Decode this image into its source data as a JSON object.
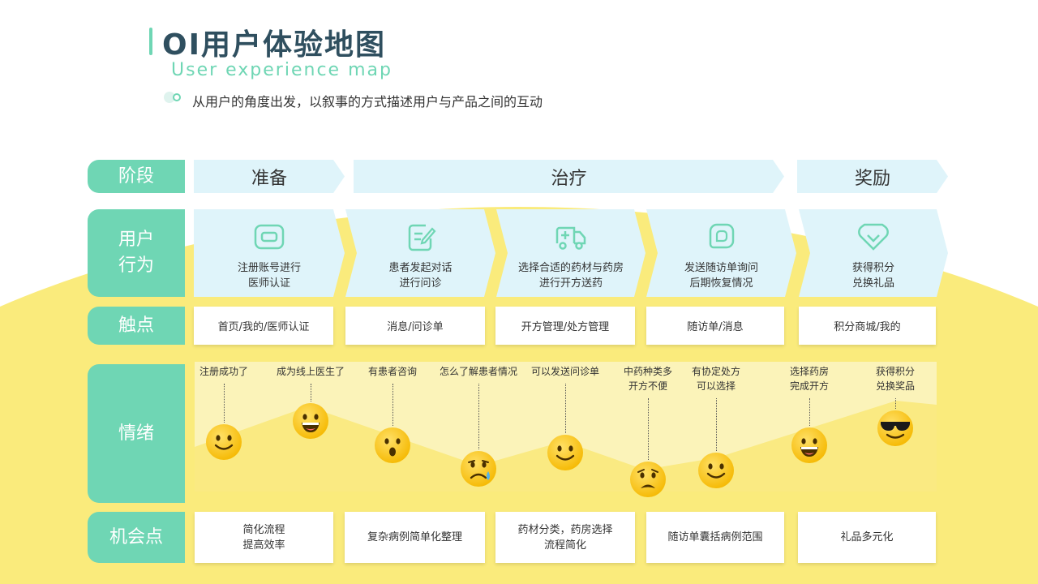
{
  "header": {
    "title": "OI用户体验地图",
    "subtitle_en": "User experience map",
    "description": "从用户的角度出发，以叙事的方式描述用户与产品之间的互动"
  },
  "colors": {
    "accent": "#6fd6b4",
    "stage_bg": "#dff4fa",
    "yellow": "#faeb7c",
    "title": "#2f4f5f"
  },
  "rows": {
    "stage": "阶段",
    "user_action": "用户\n行为",
    "touchpoint": "触点",
    "emotion": "情绪",
    "opportunity": "机会点"
  },
  "stages": [
    "准备",
    "治疗",
    "奖励"
  ],
  "actions": [
    {
      "icon": "id-card-icon",
      "text": "注册账号进行\n医师认证"
    },
    {
      "icon": "edit-note-icon",
      "text": "患者发起对话\n进行问诊"
    },
    {
      "icon": "ambulance-icon",
      "text": "选择合适的药材与药房\n进行开方送药"
    },
    {
      "icon": "chat-bubble-icon",
      "text": "发送随访单询问\n后期恢复情况"
    },
    {
      "icon": "heart-check-icon",
      "text": "获得积分\n兑换礼品"
    }
  ],
  "touchpoints": [
    "首页/我的/医师认证",
    "消息/问诊单",
    "开方管理/处方管理",
    "随访单/消息",
    "积分商城/我的"
  ],
  "emotions": [
    {
      "label": "注册成功了",
      "face": "smile"
    },
    {
      "label": "成为线上医生了",
      "face": "grin"
    },
    {
      "label": "有患者咨询",
      "face": "surprised"
    },
    {
      "label": "怎么了解患者情况",
      "face": "sad-tear"
    },
    {
      "label": "可以发送问诊单",
      "face": "smile"
    },
    {
      "label": "中药种类多\n开方不便",
      "face": "worried"
    },
    {
      "label": "有协定处方\n可以选择",
      "face": "smile"
    },
    {
      "label": "选择药房\n完成开方",
      "face": "grin"
    },
    {
      "label": "获得积分\n兑换奖品",
      "face": "cool"
    }
  ],
  "opportunities": [
    "简化流程\n提高效率",
    "复杂病例简单化整理",
    "药材分类，药房选择\n流程简化",
    "随访单囊括病例范围",
    "礼品多元化"
  ]
}
